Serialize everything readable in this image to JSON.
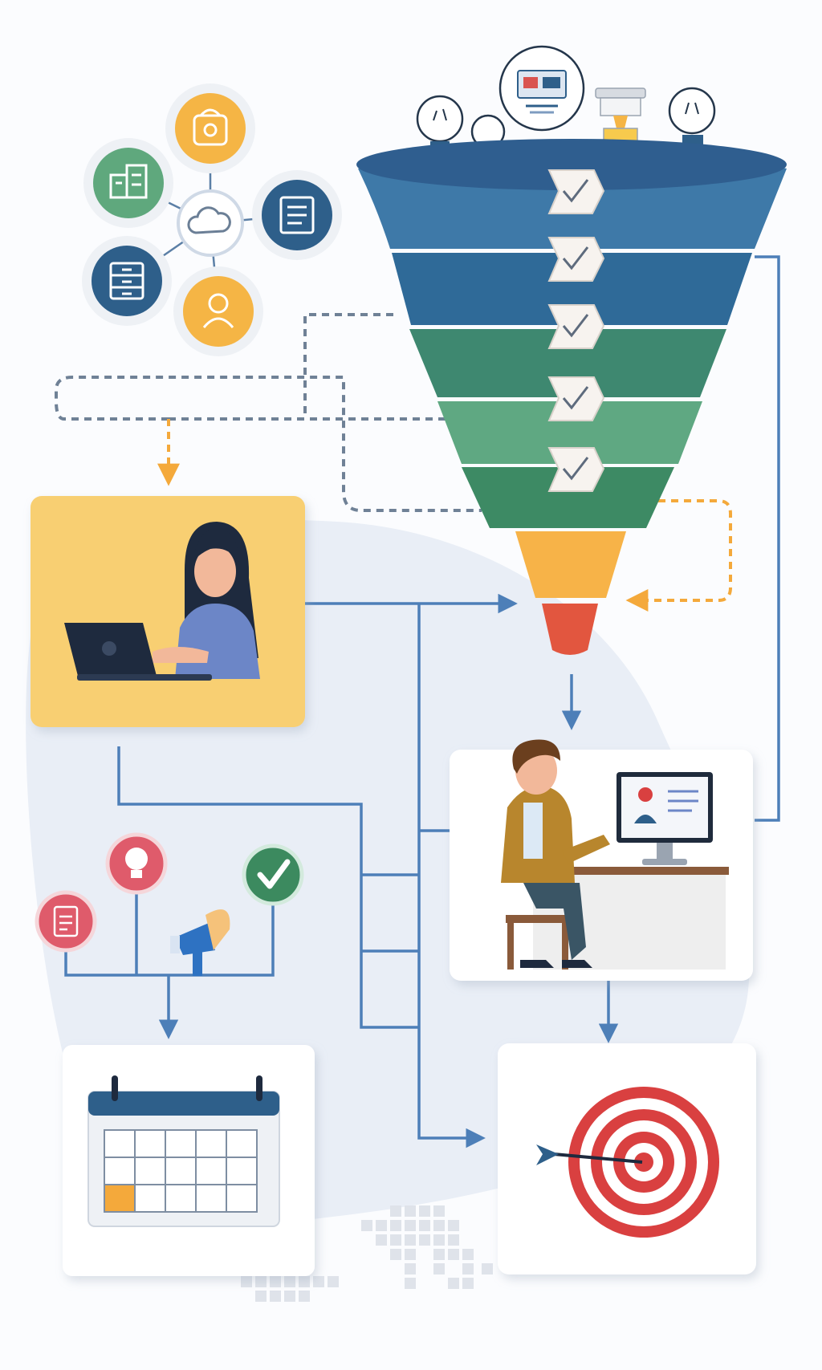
{
  "title": "",
  "colors": {
    "background": "#fbfcfe",
    "blob": "#e9eef6",
    "connector": "#4d7fb8",
    "dashed": "#6f8196",
    "orange_accent": "#f4a93b",
    "funnel_top": "#2f5e8f",
    "funnel_mid_blue": "#3e79a8",
    "funnel_green_1": "#3e8870",
    "funnel_green_2": "#5fa882",
    "funnel_green_3": "#3d8a64",
    "funnel_orange": "#f7b348",
    "funnel_red": "#e2563f",
    "card_yellow": "#f8cf72",
    "card_white": "#ffffff",
    "target_red": "#d94040",
    "pin_red": "#df5b6b",
    "pin_green": "#3c8a5f"
  },
  "network_nodes": [
    {
      "icon": "bag-icon",
      "color": "#f5b545"
    },
    {
      "icon": "buildings-icon",
      "color": "#5fa87d"
    },
    {
      "icon": "document-icon",
      "color": "#2e5f8a"
    },
    {
      "icon": "cabinet-icon",
      "color": "#2e5f8a"
    },
    {
      "icon": "user-icon",
      "color": "#f5b545"
    },
    {
      "icon": "cloud-icon",
      "color": "#ffffff"
    }
  ],
  "funnel_top_items": [
    "lightbulb-icon",
    "lightbulb-icon",
    "screen-icon",
    "hourglass-icon",
    "lightbulb-icon"
  ],
  "funnel_layers": 7,
  "funnel_checkmarks": 5,
  "cards": [
    {
      "name": "woman-laptop-card",
      "illustration": "woman-with-laptop-illustration"
    },
    {
      "name": "man-desk-card",
      "illustration": "man-at-desk-illustration"
    },
    {
      "name": "calendar-card",
      "illustration": "calendar-icon"
    },
    {
      "name": "target-card",
      "illustration": "target-icon"
    }
  ],
  "pins": [
    "form-icon",
    "lightbulb-icon",
    "megaphone-icon",
    "check-icon"
  ]
}
